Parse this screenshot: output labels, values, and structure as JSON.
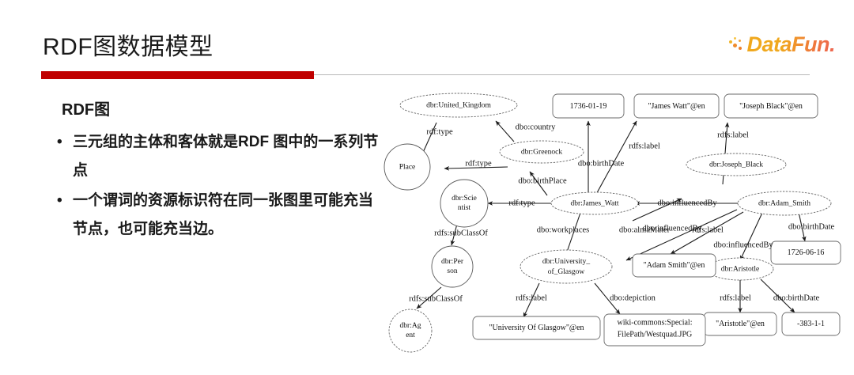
{
  "slide": {
    "title": "RDF图数据模型",
    "subhead": "RDF图",
    "bullet_marker": "•",
    "bullets": [
      "三元组的主体和客体就是RDF 图中的一系列节点",
      "一个谓词的资源标识符在同一张图里可能充当节点，也可能充当边。"
    ],
    "accent_color": "#c00000",
    "rule_color": "#b9b9b9"
  },
  "logo": {
    "text": "DataFun.",
    "color_start": "#f0a81e",
    "color_end": "#ee6352"
  },
  "graph": {
    "nodes": [
      {
        "id": "united_kingdom",
        "label": "dbr:United_Kingdom",
        "shape": "ellipse"
      },
      {
        "id": "place",
        "label": "Place",
        "shape": "circle"
      },
      {
        "id": "greenock",
        "label": "dbr:Greenock",
        "shape": "ellipse"
      },
      {
        "id": "scientist",
        "label": "dbr:Scie",
        "label2": "ntist",
        "shape": "circle"
      },
      {
        "id": "james_watt",
        "label": "dbr:James_Watt",
        "shape": "ellipse"
      },
      {
        "id": "person",
        "label": "dbr:Per",
        "label2": "son",
        "shape": "circle"
      },
      {
        "id": "agent",
        "label": "dbr:Ag",
        "label2": "ent",
        "shape": "circle"
      },
      {
        "id": "univ_glasgow",
        "label": "dbr:University_",
        "label2": "of_Glasgow",
        "shape": "ellipse"
      },
      {
        "id": "joseph_black",
        "label": "dbr:Joseph_Black",
        "shape": "ellipse"
      },
      {
        "id": "adam_smith",
        "label": "dbr:Adam_Smith",
        "shape": "ellipse"
      },
      {
        "id": "aristotle",
        "label": "dbr:Aristotle",
        "shape": "ellipse"
      }
    ],
    "literals": [
      {
        "id": "lit_1736",
        "label": "1736-01-19"
      },
      {
        "id": "lit_james_watt",
        "label": "\"James Watt\"@en"
      },
      {
        "id": "lit_joseph",
        "label": "\"Joseph Black\"@en"
      },
      {
        "id": "lit_adam",
        "label": "\"Adam Smith\"@en"
      },
      {
        "id": "lit_1726",
        "label": "1726-06-16"
      },
      {
        "id": "lit_aristotle",
        "label": "\"Aristotle\"@en"
      },
      {
        "id": "lit_383",
        "label": "-383-1-1"
      },
      {
        "id": "lit_uog",
        "label": "\"University Of Glasgow\"@en"
      },
      {
        "id": "lit_wiki_1",
        "label": "wiki-commons:Special:"
      },
      {
        "id": "lit_wiki_2",
        "label": "FilePath/Westquad.JPG"
      }
    ],
    "edges": [
      {
        "id": "e_uk_type",
        "label": "rdf:type",
        "from": "united_kingdom",
        "to": "place"
      },
      {
        "id": "e_greenock_ctry",
        "label": "dbo:country",
        "from": "greenock",
        "to": "united_kingdom"
      },
      {
        "id": "e_greenock_type",
        "label": "rdf:type",
        "from": "greenock",
        "to": "place"
      },
      {
        "id": "e_jw_bplace",
        "label": "dbo:birthPlace",
        "from": "james_watt",
        "to": "greenock"
      },
      {
        "id": "e_jw_bdate",
        "label": "dbo:birthDate",
        "from": "james_watt",
        "to": "lit_1736"
      },
      {
        "id": "e_jw_type",
        "label": "rdf:type",
        "from": "james_watt",
        "to": "scientist"
      },
      {
        "id": "e_jw_label",
        "label": "rdfs:label",
        "from": "james_watt",
        "to": "lit_james_watt"
      },
      {
        "id": "e_jw_infl_jb",
        "label": "dbo:influencedBy",
        "from": "james_watt",
        "to": "joseph_black"
      },
      {
        "id": "e_jw_work",
        "label": "dbo:workplaces",
        "from": "james_watt",
        "to": "univ_glasgow"
      },
      {
        "id": "e_sci_sub",
        "label": "rdfs:subClassOf",
        "from": "scientist",
        "to": "person"
      },
      {
        "id": "e_per_sub",
        "label": "rdfs:subClassOf",
        "from": "person",
        "to": "agent"
      },
      {
        "id": "e_jb_label",
        "label": "rdfs:label",
        "from": "joseph_black",
        "to": "lit_joseph"
      },
      {
        "id": "e_as_infl_jw",
        "label": "dbo:influencedBy",
        "from": "adam_smith",
        "to": "james_watt"
      },
      {
        "id": "e_as_alma",
        "label": "dbo:almaMater",
        "from": "adam_smith",
        "to": "univ_glasgow"
      },
      {
        "id": "e_as_label",
        "label": "rdfs:label",
        "from": "adam_smith",
        "to": "lit_adam"
      },
      {
        "id": "e_as_infl_ar",
        "label": "dbo:influencedBy",
        "from": "adam_smith",
        "to": "aristotle"
      },
      {
        "id": "e_as_bdate",
        "label": "dbo:birthDate",
        "from": "adam_smith",
        "to": "lit_1726"
      },
      {
        "id": "e_ar_label",
        "label": "rdfs:label",
        "from": "aristotle",
        "to": "lit_aristotle"
      },
      {
        "id": "e_ar_bdate",
        "label": "dbo:birthDate",
        "from": "aristotle",
        "to": "lit_383"
      },
      {
        "id": "e_uog_label",
        "label": "rdfs:label",
        "from": "univ_glasgow",
        "to": "lit_uog"
      },
      {
        "id": "e_uog_depict",
        "label": "dbo:depiction",
        "from": "univ_glasgow",
        "to": "lit_wiki_1"
      }
    ]
  }
}
